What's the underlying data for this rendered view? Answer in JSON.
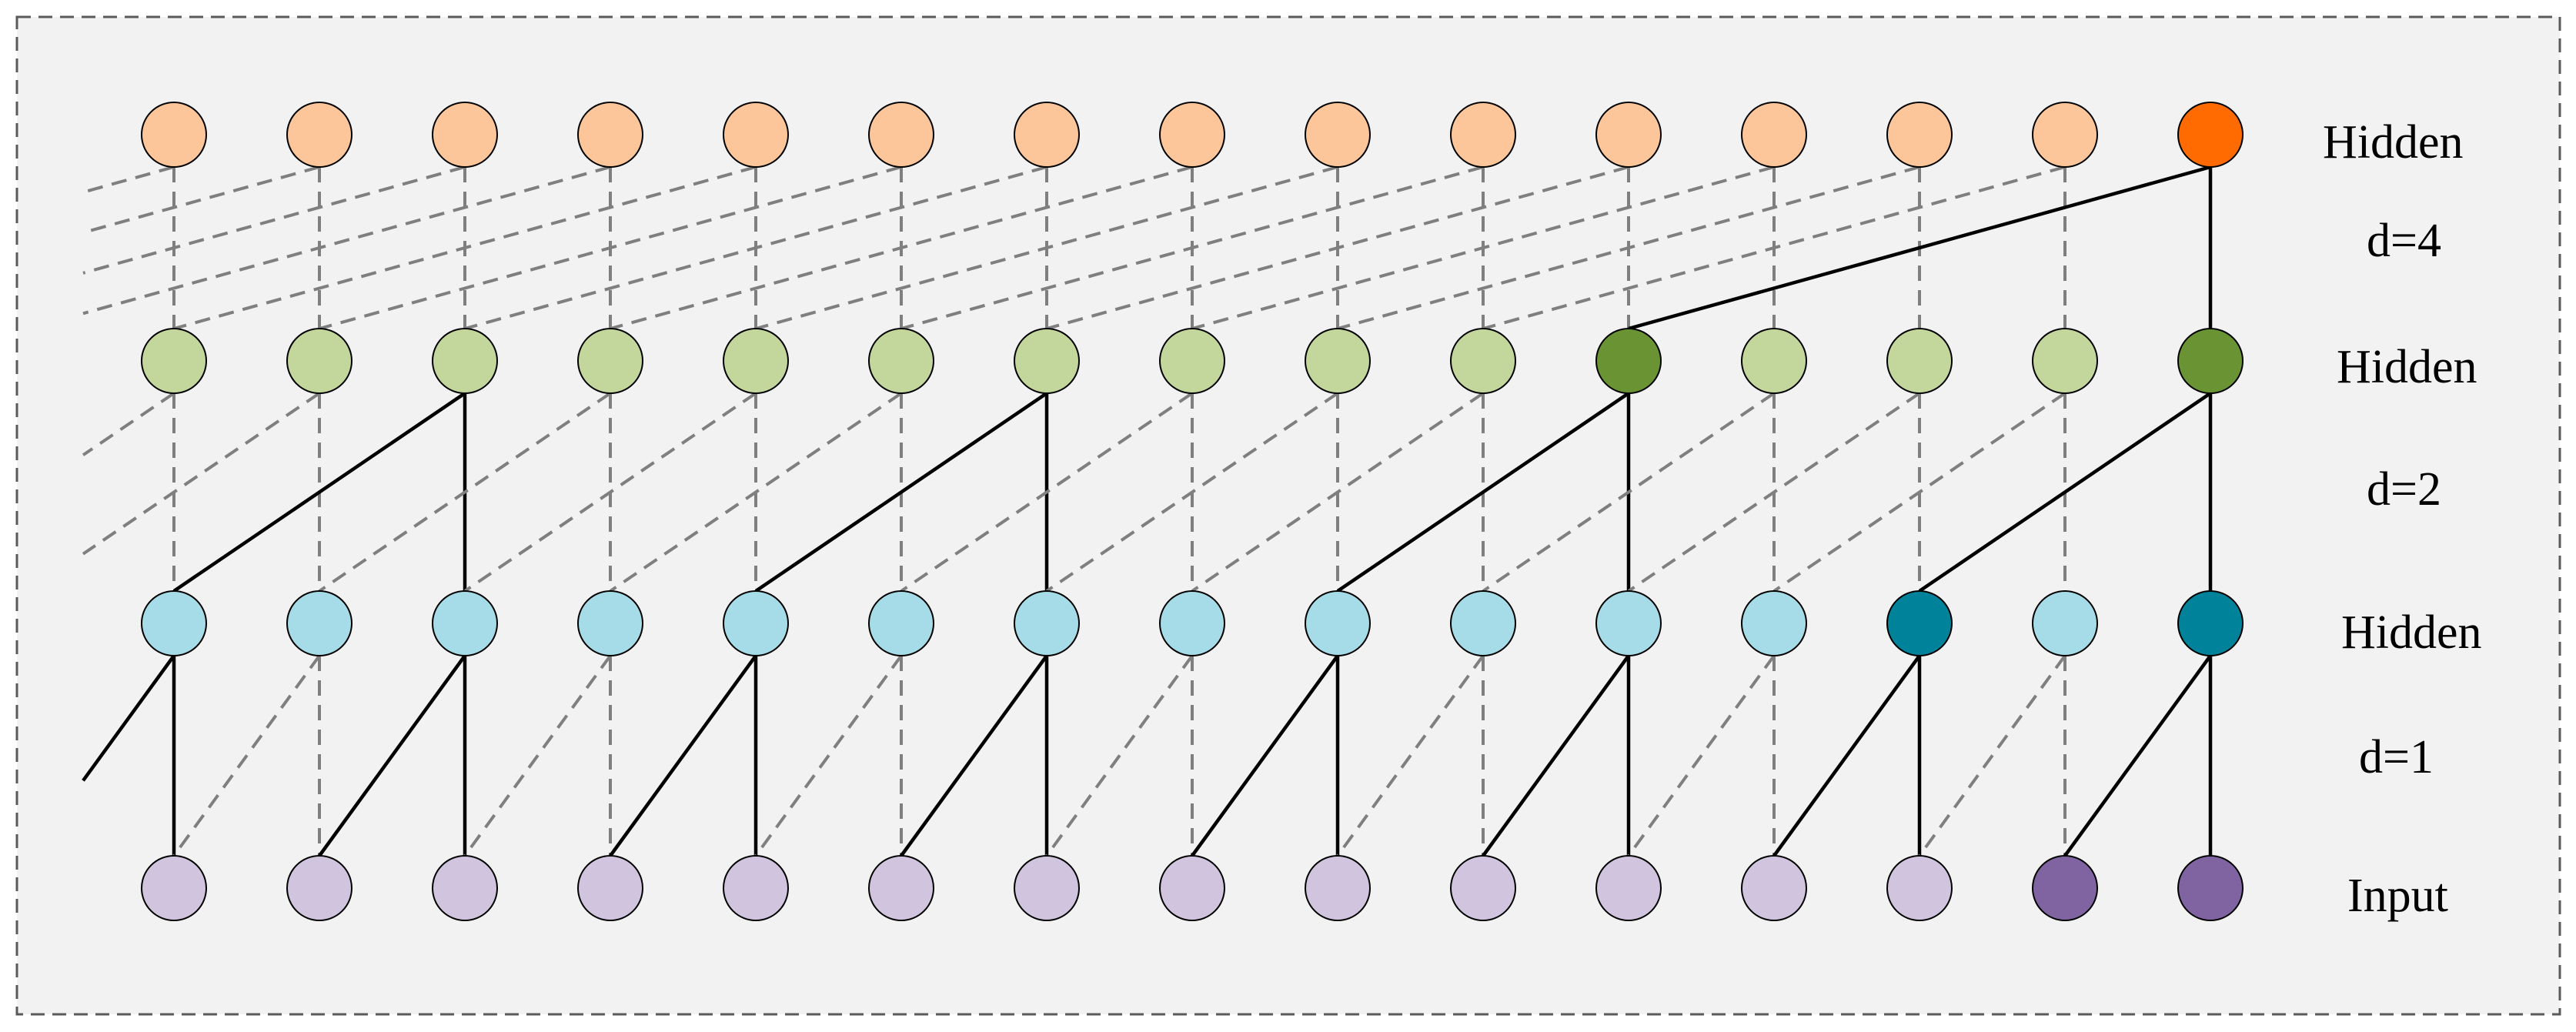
{
  "labels": {
    "hidden_top": "Hidden",
    "d4": "d=4",
    "hidden_mid": "Hidden",
    "d2": "d=2",
    "hidden_low": "Hidden",
    "d1": "d=1",
    "input": "Input"
  },
  "colors": {
    "frame_bg": "#f2f2f2",
    "input_node": "#d0c4de",
    "input_node_active": "#8064a2",
    "d1_node": "#a5dce8",
    "d1_node_active": "#00829b",
    "d2_node": "#c3d69b",
    "d2_node_active": "#6a9433",
    "top_node": "#fcc69a",
    "top_node_active": "#ff6b00",
    "solid_edge": "#000000",
    "dashed_edge": "#7f7f7f"
  },
  "network": {
    "node_count": 15,
    "dilations": [
      1,
      2,
      4
    ],
    "active": {
      "input": [
        13,
        14
      ],
      "d1": [
        12,
        14
      ],
      "d2": [
        10,
        14
      ],
      "top": [
        14
      ]
    }
  }
}
